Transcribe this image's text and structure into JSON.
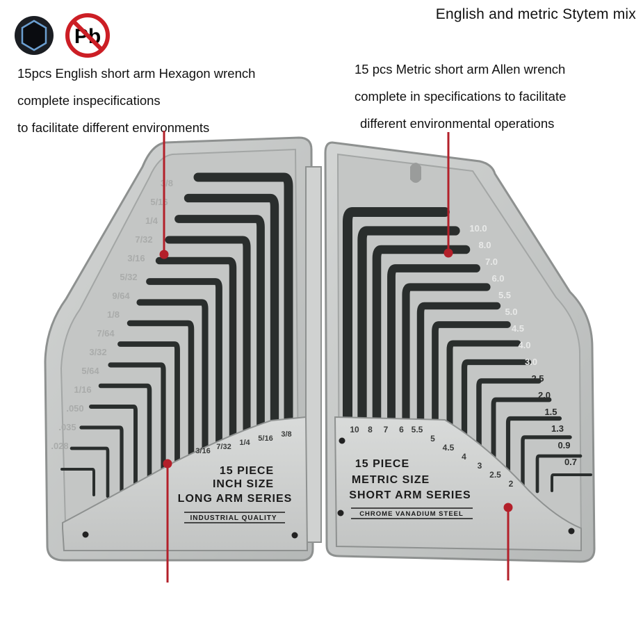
{
  "header": {
    "title": "English and metric Stytem mix"
  },
  "badges": {
    "hex_icon": "hexagon-icon",
    "lead_free_icon": "lead-free-icon",
    "lead_free_text": "Pb"
  },
  "captions": {
    "left": [
      "15pcs English short arm Hexagon wrench",
      "complete inspecifications",
      "to facilitate different environments"
    ],
    "right": [
      "15 pcs Metric short arm Allen wrench",
      "complete in specifications to facilitate",
      "different environmental operations"
    ]
  },
  "left_case": {
    "label_line1": "15 PIECE",
    "label_line2": "INCH SIZE",
    "label_line3": "LONG ARM SERIES",
    "label_line4": "INDUSTRIAL QUALITY",
    "side_sizes": [
      "3/8",
      "5/16",
      "1/4",
      "7/32",
      "3/16",
      "5/32",
      "9/64",
      "1/8",
      "7/64",
      "3/32",
      "5/64",
      "1/16",
      ".050",
      ".035",
      ".028"
    ],
    "base_sizes": [
      "3/8",
      "5/16",
      "1/4",
      "7/32",
      "3/16"
    ]
  },
  "right_case": {
    "label_line1": "15 PIECE",
    "label_line2": "METRIC SIZE",
    "label_line3": "SHORT ARM SERIES",
    "label_line4": "CHROME  VANADIUM  STEEL",
    "side_sizes": [
      "10.0",
      "8.0",
      "7.0",
      "6.0",
      "5.5",
      "5.0",
      "4.5",
      "4.0",
      "3.0",
      "2.5",
      "2.0",
      "1.5",
      "1.3",
      "0.9",
      "0.7"
    ],
    "base_sizes": [
      "10",
      "8",
      "7",
      "6",
      "5.5",
      "5",
      "4.5",
      "4",
      "3",
      "2.5",
      "2"
    ]
  },
  "colors": {
    "case_gray": "#c7c9c8",
    "case_inner": "#bfc1c0",
    "wrench": "#2a2e2d",
    "marker_red": "#b3202a",
    "badge_red": "#cc1e25"
  }
}
